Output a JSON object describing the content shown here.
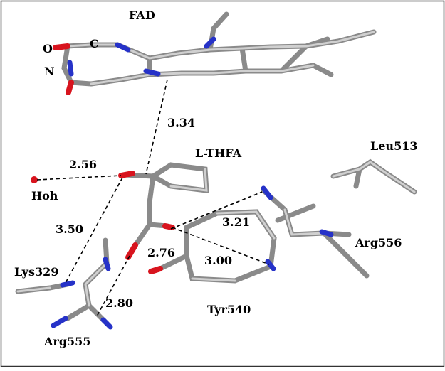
{
  "labels": {
    "fad": "FAD",
    "fad_c": "C",
    "fad_o": "O",
    "fad_n": "N",
    "lthfa": "L-THFA",
    "leu513": "Leu513",
    "hoh": "Hoh",
    "lys329": "Lys329",
    "arg555": "Arg555",
    "arg556": "Arg556",
    "tyr540": "Tyr540"
  },
  "distances": {
    "d_334": "3.34",
    "d_256": "2.56",
    "d_350": "3.50",
    "d_321": "3.21",
    "d_276": "2.76",
    "d_300": "3.00",
    "d_280": "2.80"
  },
  "colors": {
    "carbon": "#8c8c8c",
    "carbon_light": "#c8c8c8",
    "oxygen": "#d8141e",
    "nitrogen": "#2632c8",
    "frame": "#333333"
  }
}
